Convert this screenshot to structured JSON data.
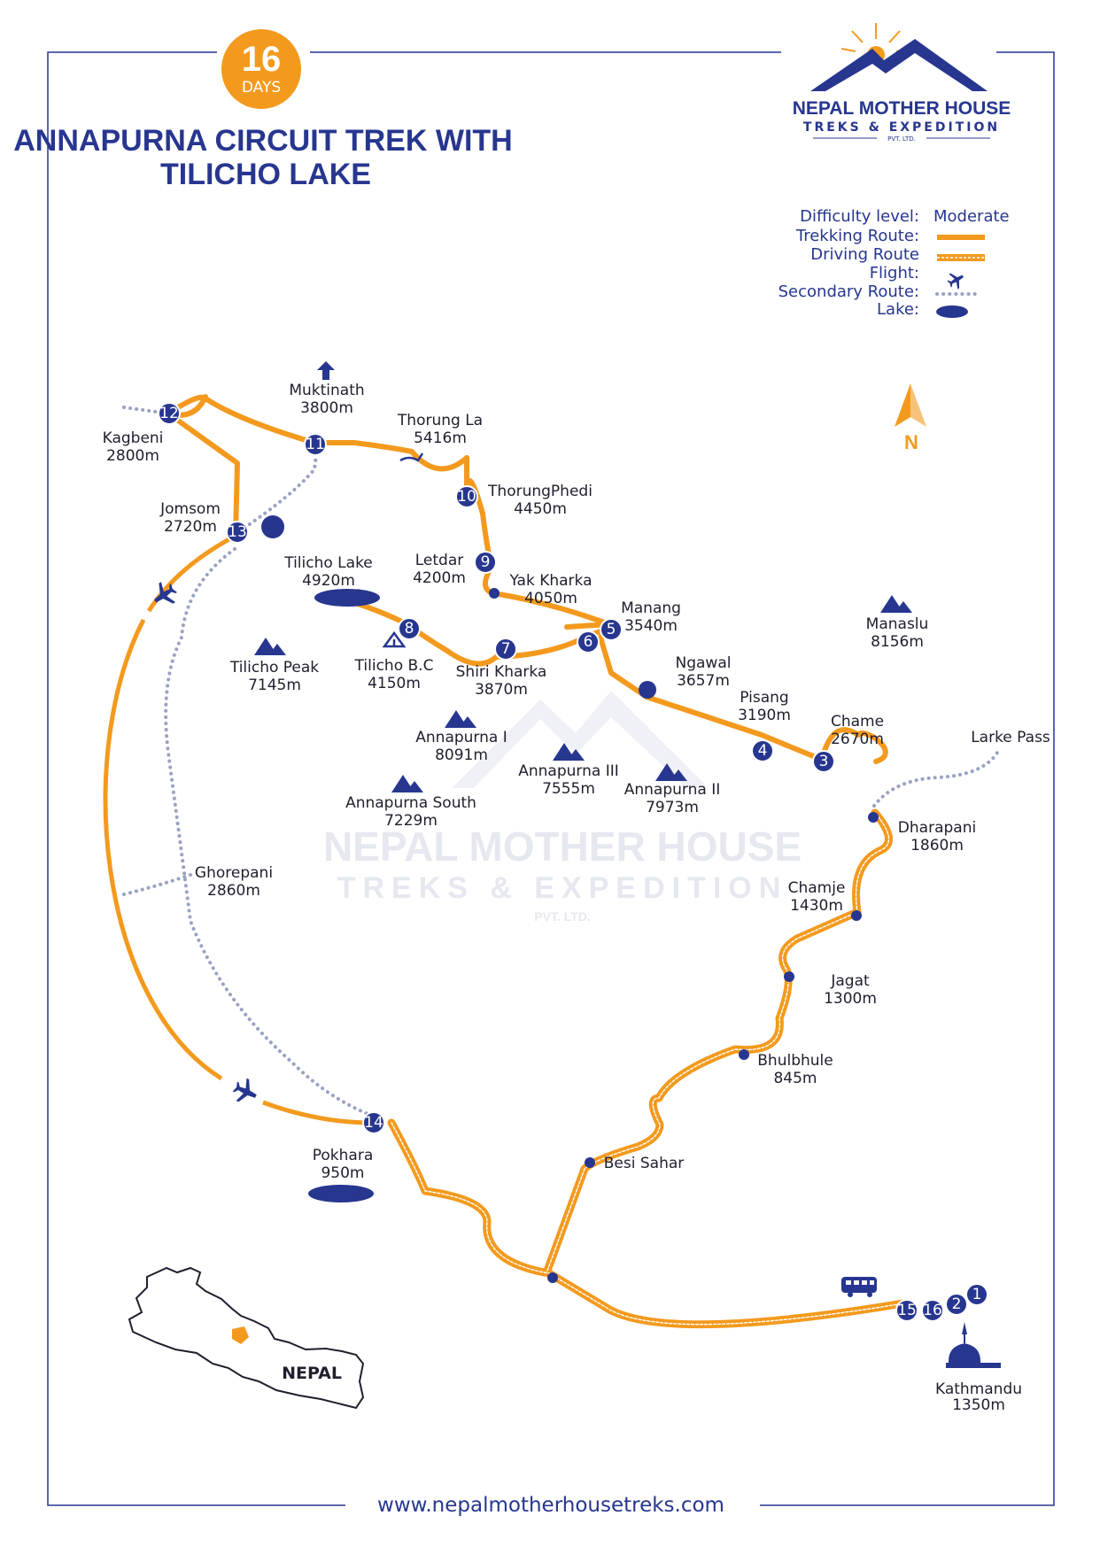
{
  "duration": {
    "number": "16",
    "unit": "DAYS"
  },
  "title": {
    "line1": "ANNAPURNA CIRCUIT TREK WITH",
    "line2": "TILICHO LAKE"
  },
  "brand": {
    "name": "NEPAL MOTHER HOUSE",
    "tagline": "TREKS & EXPEDITION",
    "suffix": "PVT. LTD."
  },
  "legend": {
    "difficulty_label": "Difficulty level:",
    "difficulty_value": "Moderate",
    "trekking_label": "Trekking Route:",
    "driving_label": "Driving Route",
    "flight_label": "Flight:",
    "secondary_label": "Secondary Route:",
    "lake_label": "Lake:"
  },
  "north": "N",
  "colors": {
    "route": "#f39a1e",
    "brand_blue": "#27368f",
    "secondary": "#9aa2c1"
  },
  "stops": [
    "1",
    "2",
    "3",
    "4",
    "5",
    "6",
    "7",
    "8",
    "9",
    "10",
    "11",
    "12",
    "13",
    "14",
    "15",
    "16"
  ],
  "places": {
    "muktinath": {
      "name": "Muktinath",
      "alt": "3800m"
    },
    "thorung_la": {
      "name": "Thorung La",
      "alt": "5416m"
    },
    "kagbeni": {
      "name": "Kagbeni",
      "alt": "2800m"
    },
    "thorung_phedi": {
      "name": "ThorungPhedi",
      "alt": "4450m"
    },
    "jomsom": {
      "name": "Jomsom",
      "alt": "2720m"
    },
    "tilicho_lake": {
      "name": "Tilicho Lake",
      "alt": "4920m"
    },
    "letdar": {
      "name": "Letdar",
      "alt": "4200m"
    },
    "yak_kharka": {
      "name": "Yak Kharka",
      "alt": "4050m"
    },
    "manang": {
      "name": "Manang",
      "alt": "3540m"
    },
    "manaslu": {
      "name": "Manaslu",
      "alt": "8156m"
    },
    "tilicho_peak": {
      "name": "Tilicho Peak",
      "alt": "7145m"
    },
    "tilicho_bc": {
      "name": "Tilicho B.C",
      "alt": "4150m"
    },
    "shiri_kharka": {
      "name": "Shiri Kharka",
      "alt": "3870m"
    },
    "ngawal": {
      "name": "Ngawal",
      "alt": "3657m"
    },
    "pisang": {
      "name": "Pisang",
      "alt": "3190m"
    },
    "chame": {
      "name": "Chame",
      "alt": "2670m"
    },
    "larke_pass": {
      "name": "Larke Pass"
    },
    "annapurna_1": {
      "name": "Annapurna I",
      "alt": "8091m"
    },
    "annapurna_3": {
      "name": "Annapurna III",
      "alt": "7555m"
    },
    "annapurna_2": {
      "name": "Annapurna II",
      "alt": "7973m"
    },
    "annapurna_south": {
      "name": "Annapurna South",
      "alt": "7229m"
    },
    "dharapani": {
      "name": "Dharapani",
      "alt": "1860m"
    },
    "chamje": {
      "name": "Chamje",
      "alt": "1430m"
    },
    "ghorepani": {
      "name": "Ghorepani",
      "alt": "2860m"
    },
    "jagat": {
      "name": "Jagat",
      "alt": "1300m"
    },
    "bhulbhule": {
      "name": "Bhulbhule",
      "alt": "845m"
    },
    "pokhara": {
      "name": "Pokhara",
      "alt": "950m"
    },
    "besi_sahar": {
      "name": "Besi Sahar"
    },
    "kathmandu": {
      "name": "Kathmandu",
      "alt": "1350m"
    }
  },
  "inset": {
    "country": "NEPAL"
  },
  "website": "www.nepalmotherhousetreks.com"
}
